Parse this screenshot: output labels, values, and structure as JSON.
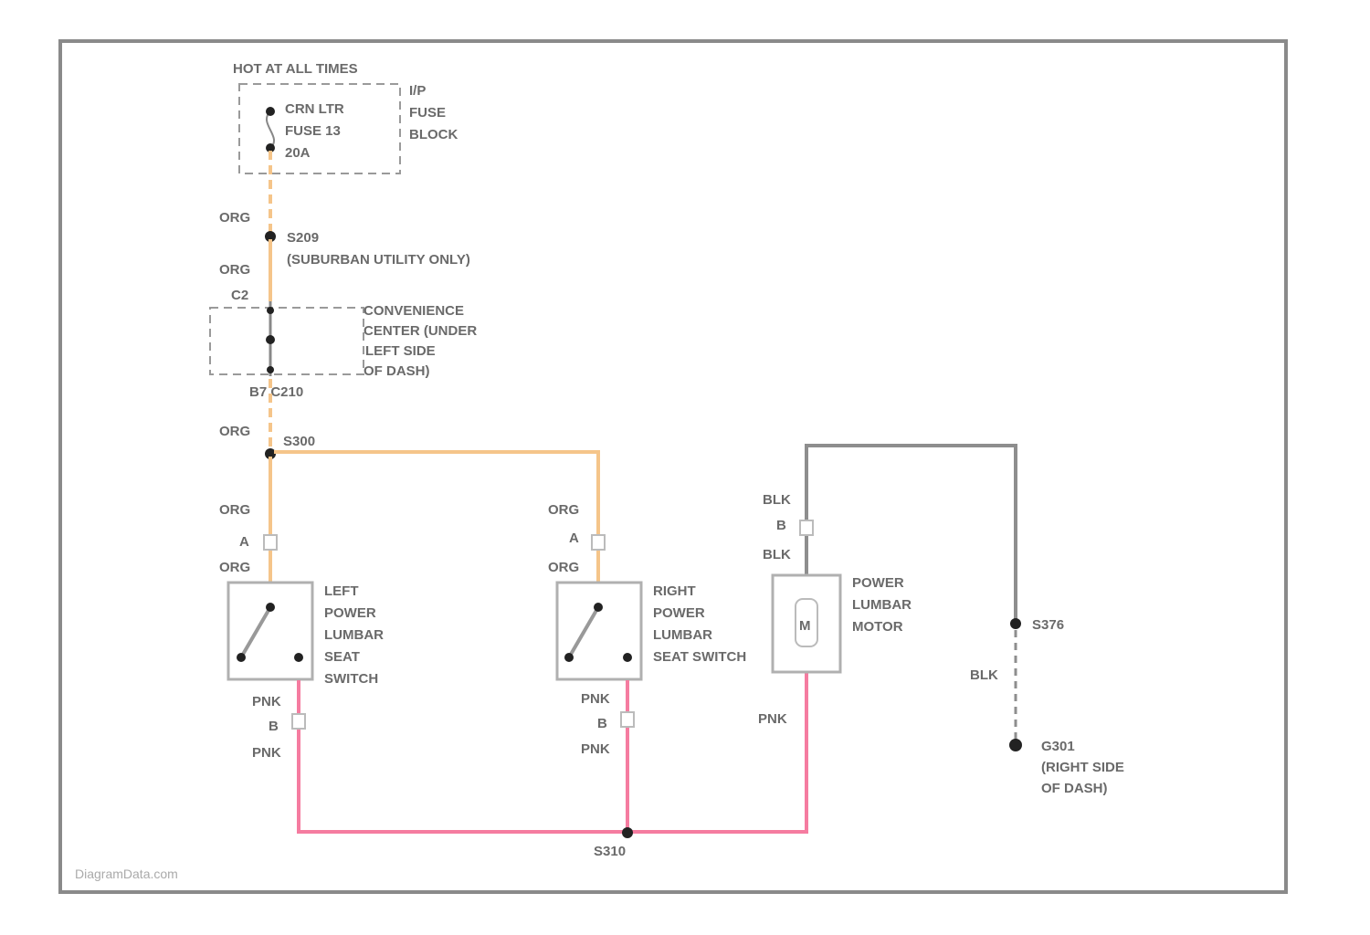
{
  "diagram": {
    "wire_colors": {
      "ORG": "#f5c58a",
      "PNK": "#f57ca0",
      "BLK": "#8e8e8e"
    },
    "power_label": "HOT AT ALL TIMES",
    "fuse_block": [
      "I/P",
      "FUSE",
      "BLOCK"
    ],
    "fuse": [
      "CRN LTR",
      "FUSE 13",
      "20A"
    ],
    "wire_org": "ORG",
    "wire_pnk": "PNK",
    "wire_blk": "BLK",
    "splice_s209": [
      "S209",
      "(SUBURBAN UTILITY ONLY)"
    ],
    "c2_label": "C2",
    "convenience_center": [
      "CONVENIENCE",
      "CENTER (UNDER",
      "LEFT SIDE",
      "OF DASH)"
    ],
    "c210_label": "B7 C210",
    "splice_s300": "S300",
    "pin_a": "A",
    "pin_b": "B",
    "left_switch": [
      "LEFT",
      "POWER",
      "LUMBAR",
      "SEAT",
      "SWITCH"
    ],
    "right_switch": [
      "RIGHT",
      "POWER",
      "LUMBAR",
      "SEAT SWITCH"
    ],
    "motor": [
      "POWER",
      "LUMBAR",
      "MOTOR"
    ],
    "motor_symbol": "M",
    "splice_s376": "S376",
    "ground_g301": [
      "G301",
      "(RIGHT SIDE",
      "OF DASH)"
    ],
    "splice_s310": "S310",
    "watermark": "DiagramData.com"
  }
}
